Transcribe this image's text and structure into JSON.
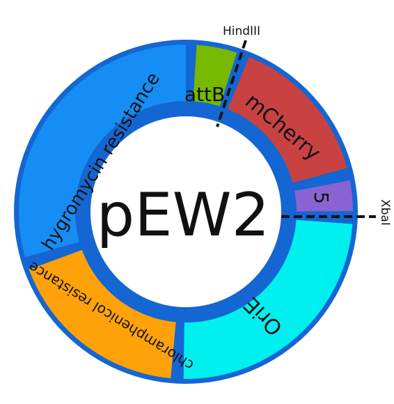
{
  "plasmid": {
    "name": "pEW2",
    "outline_color": "#1466d2",
    "segments": [
      {
        "id": "attB",
        "label": "attB",
        "color": "#77b800"
      },
      {
        "id": "mcherry",
        "label": "mCherry",
        "color": "#c94242"
      },
      {
        "id": "five",
        "label": "5",
        "color": "#8a63d2"
      },
      {
        "id": "orie",
        "label": "OriE",
        "color": "#00f0f0"
      },
      {
        "id": "chlor",
        "label": "chloramphenicol resistance",
        "color": "#ffa20a"
      },
      {
        "id": "hygro",
        "label": "hygromycin resistance",
        "color": "#168df5"
      }
    ],
    "sites": [
      {
        "id": "hindiii",
        "label": "HindIII"
      },
      {
        "id": "xbai",
        "label": "XbaI"
      }
    ]
  }
}
